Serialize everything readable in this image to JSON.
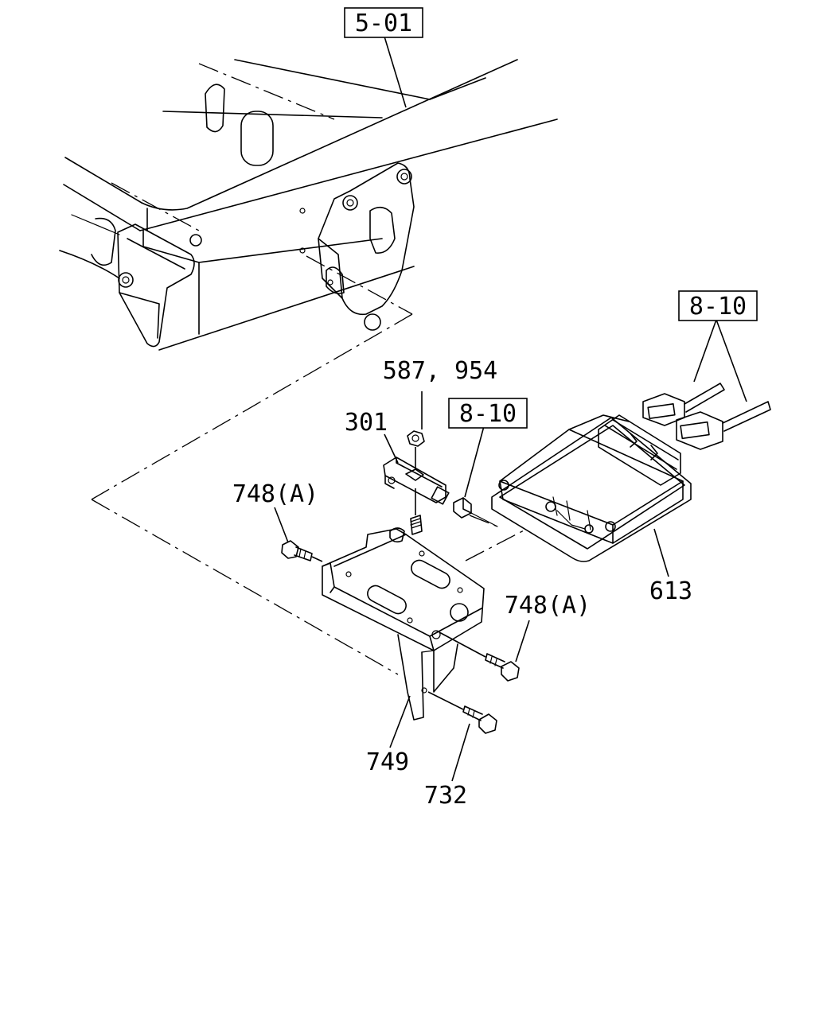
{
  "figure": {
    "references": [
      {
        "id": "ref-5-01",
        "text": "5-01"
      },
      {
        "id": "ref-8-10-top",
        "text": "8-10"
      },
      {
        "id": "ref-8-10-mid",
        "text": "8-10"
      }
    ],
    "callouts": [
      {
        "id": "part-587-954",
        "text": "587, 954"
      },
      {
        "id": "part-301",
        "text": "301"
      },
      {
        "id": "part-748a-left",
        "text": "748(A)"
      },
      {
        "id": "part-748a-right",
        "text": "748(A)"
      },
      {
        "id": "part-613",
        "text": "613"
      },
      {
        "id": "part-749",
        "text": "749"
      },
      {
        "id": "part-732",
        "text": "732"
      }
    ]
  }
}
